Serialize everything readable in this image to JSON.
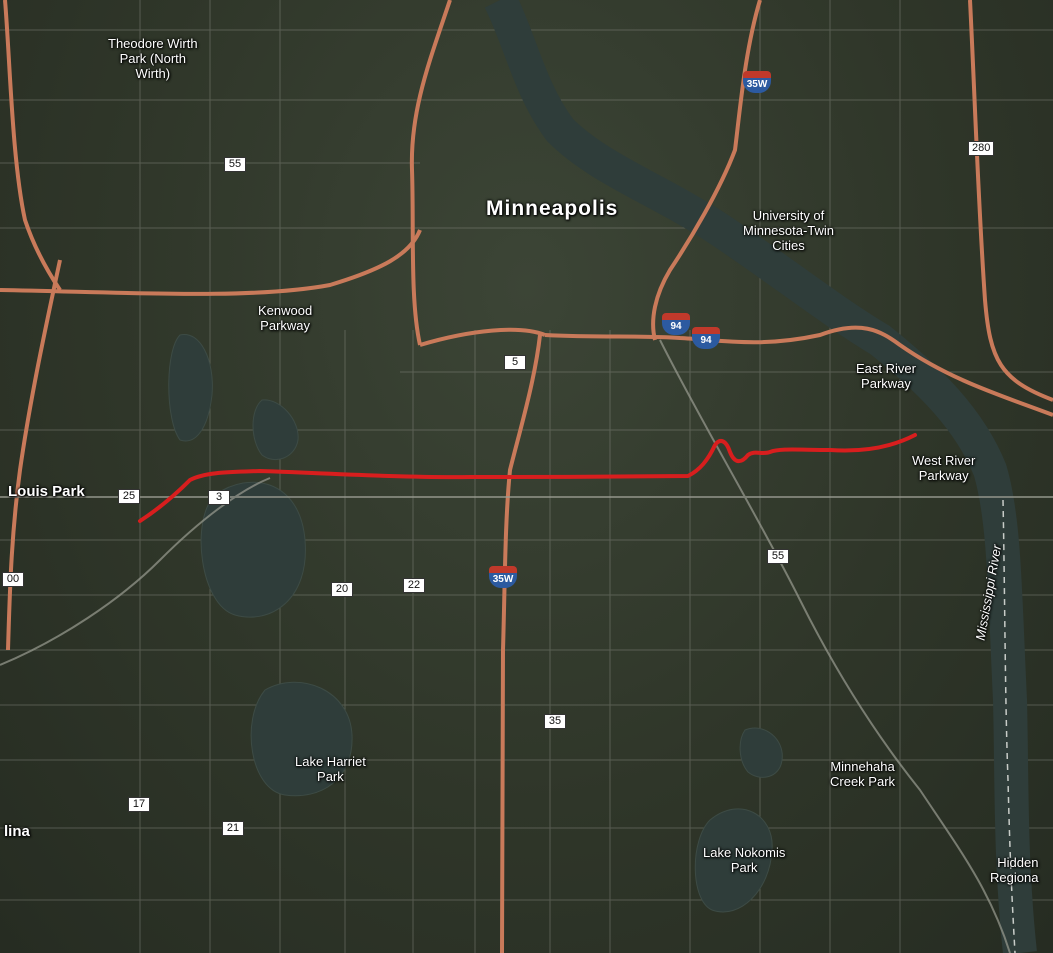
{
  "labels": {
    "minneapolis": "Minneapolis",
    "theodore_wirth_line1": "Theodore Wirth",
    "theodore_wirth_line2": "Park (North",
    "theodore_wirth_line3": "Wirth)",
    "university_line1": "University of",
    "university_line2": "Minnesota-Twin",
    "university_line3": "Cities",
    "kenwood_line1": "Kenwood",
    "kenwood_line2": "Parkway",
    "east_river_line1": "East River",
    "east_river_line2": "Parkway",
    "west_river_line1": "West River",
    "west_river_line2": "Parkway",
    "louis_park": "Louis Park",
    "mississippi": "Mississippi River",
    "lake_harriet_line1": "Lake Harriet",
    "lake_harriet_line2": "Park",
    "minnehaha_line1": "Minnehaha",
    "minnehaha_line2": "Creek Park",
    "nokomis_line1": "Lake Nokomis",
    "nokomis_line2": "Park",
    "hidden_line1": "Hidden",
    "hidden_line2": "Regiona",
    "edina": "lina"
  },
  "shields": {
    "r55_a": "55",
    "r55_b": "55",
    "r280": "280",
    "r5": "5",
    "r25": "25",
    "r3": "3",
    "r20": "20",
    "r22": "22",
    "r35": "35",
    "r17": "17",
    "r21": "21",
    "r100": "00"
  },
  "interstates": {
    "i35w_north": "35W",
    "i94_a": "94",
    "i94_b": "94",
    "i35w_south": "35W"
  },
  "colors": {
    "route": "#d81e1e",
    "freeway": "#c97a5a",
    "water": "#2f3d3a",
    "street": "#8d8f86"
  }
}
